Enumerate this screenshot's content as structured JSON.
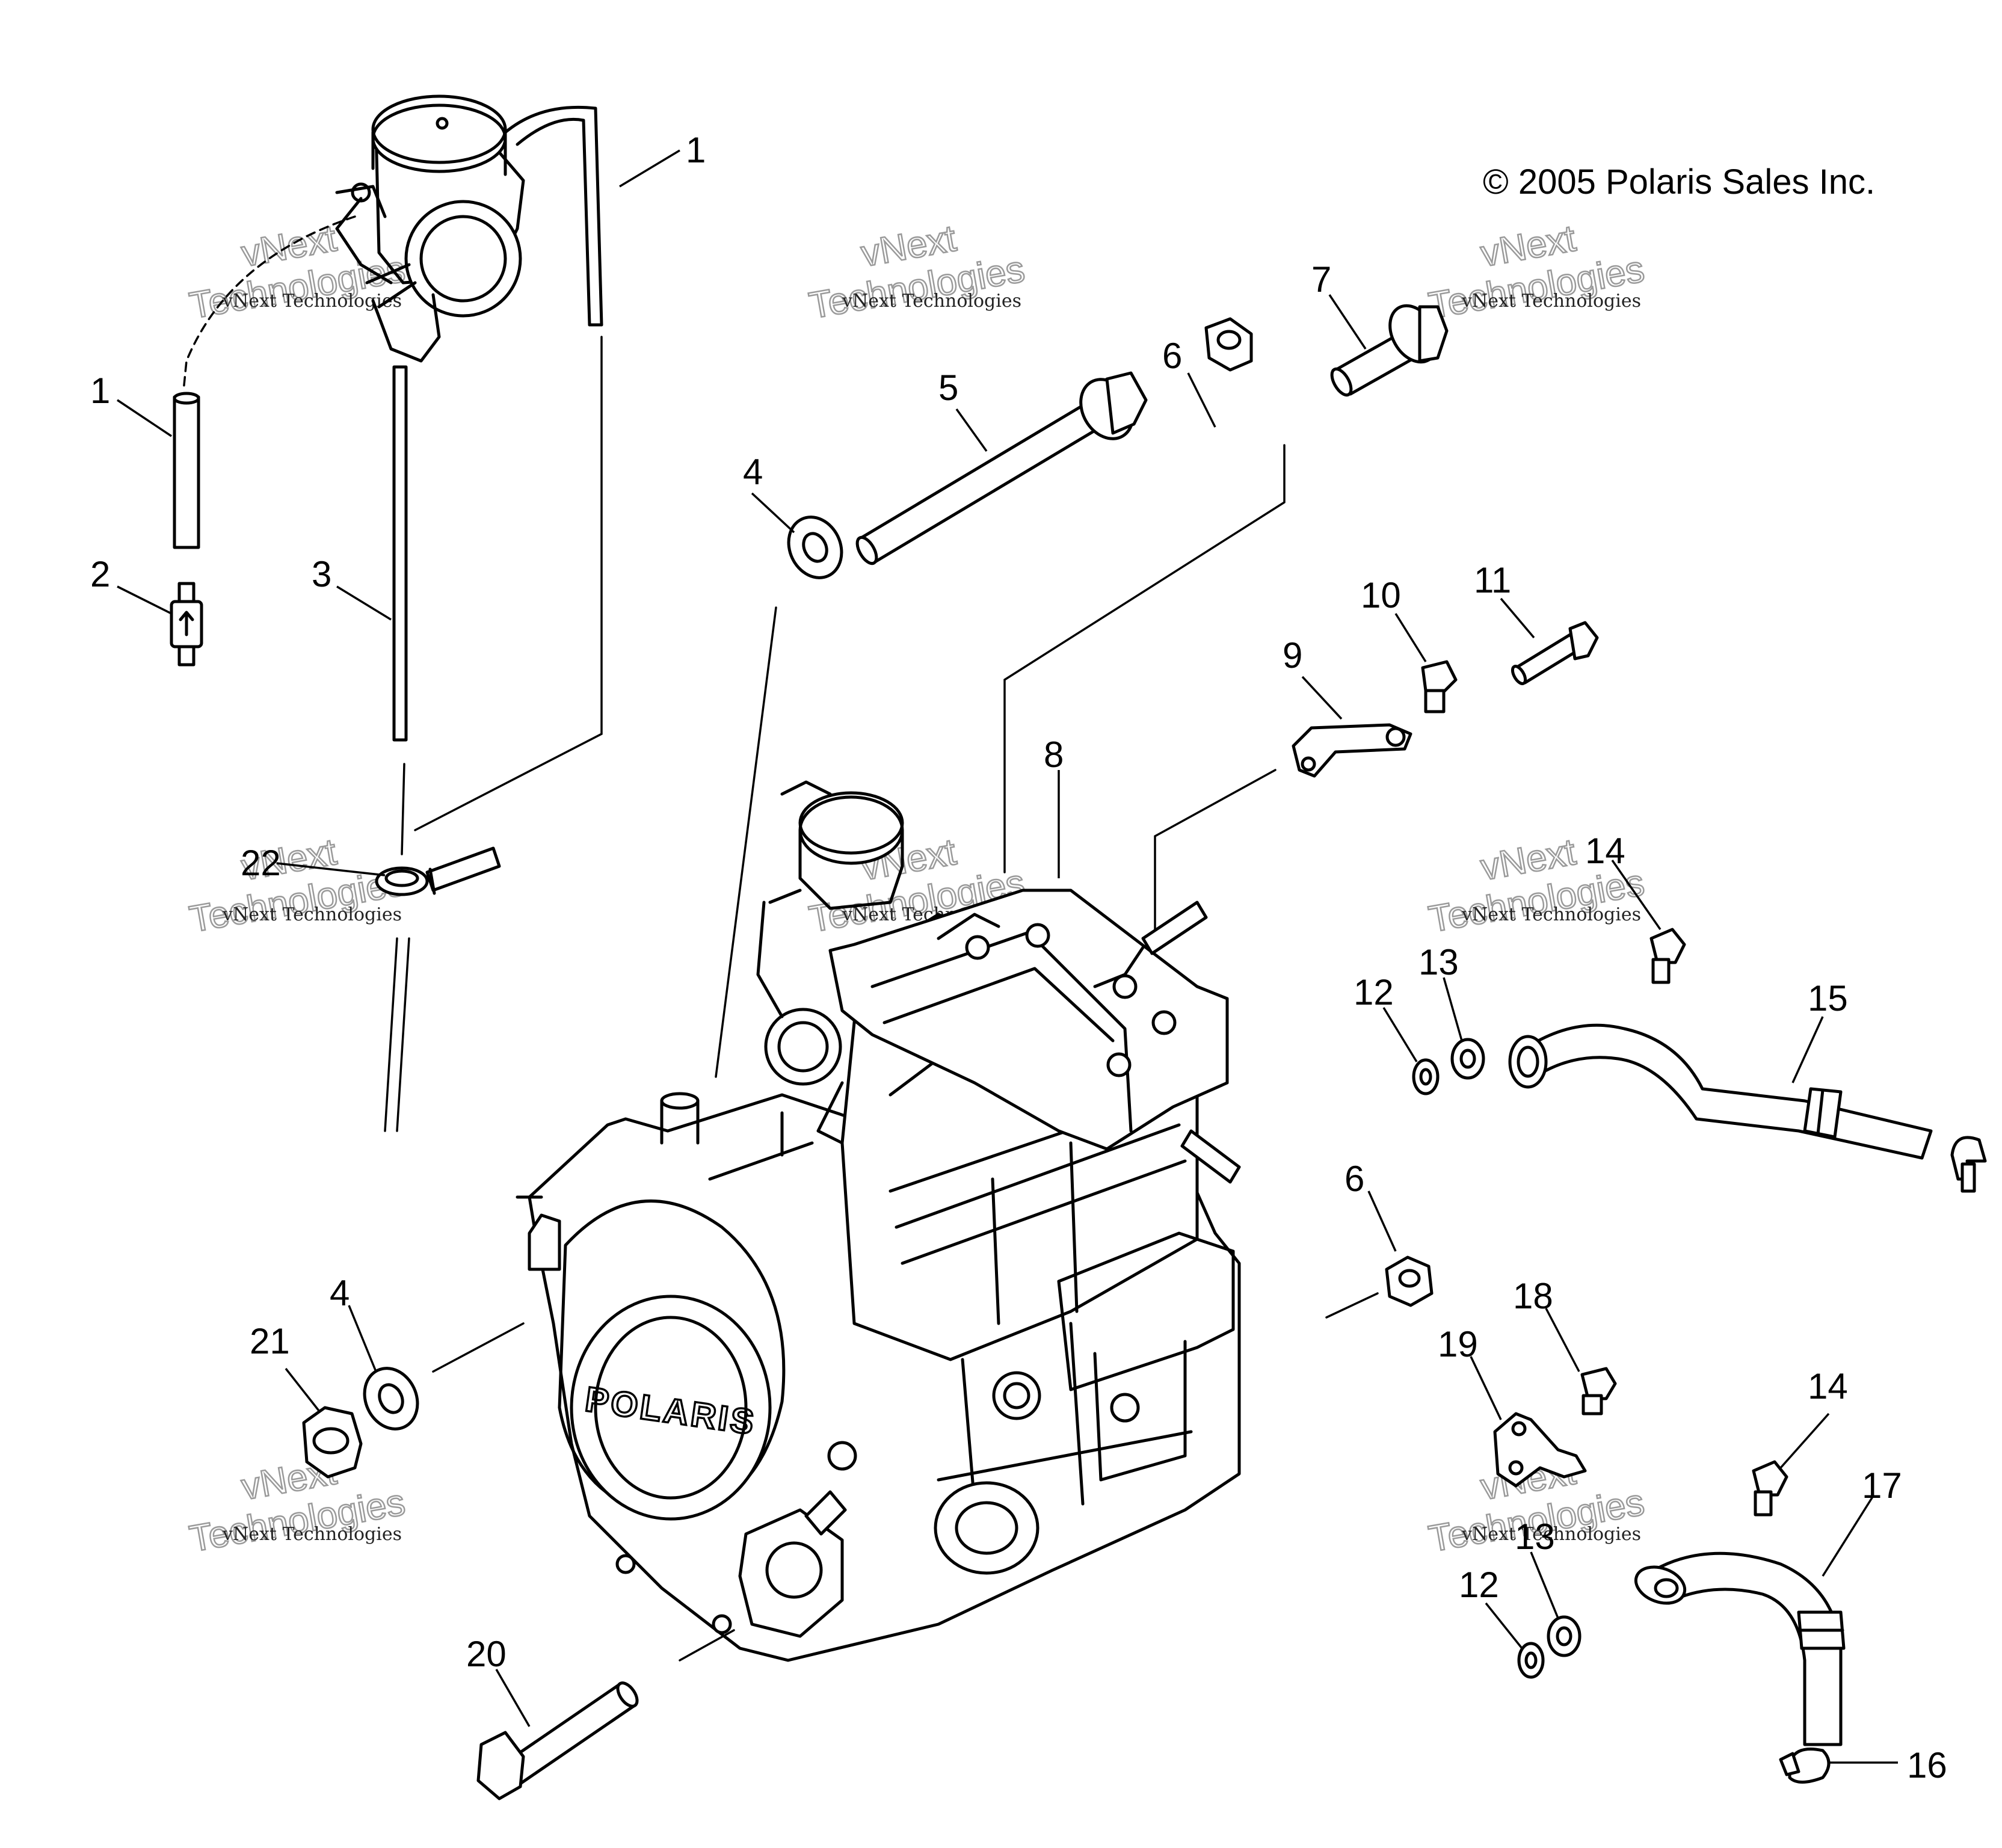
{
  "copyright": "© 2005 Polaris Sales Inc.",
  "engine_brand": "POLARIS",
  "watermark": {
    "small": "vNext Technologies",
    "big_1": "vNext",
    "big_2": "Technologies"
  },
  "callouts": {
    "c1a": "1",
    "c1b": "1",
    "c2": "2",
    "c3": "3",
    "c4a": "4",
    "c4b": "4",
    "c5": "5",
    "c6a": "6",
    "c6b": "6",
    "c7": "7",
    "c8": "8",
    "c9": "9",
    "c10": "10",
    "c11": "11",
    "c12a": "12",
    "c12b": "12",
    "c13a": "13",
    "c13b": "13",
    "c14a": "14",
    "c14b": "14",
    "c15": "15",
    "c16": "16",
    "c17": "17",
    "c18": "18",
    "c19": "19",
    "c20": "20",
    "c21": "21",
    "c22": "22"
  }
}
